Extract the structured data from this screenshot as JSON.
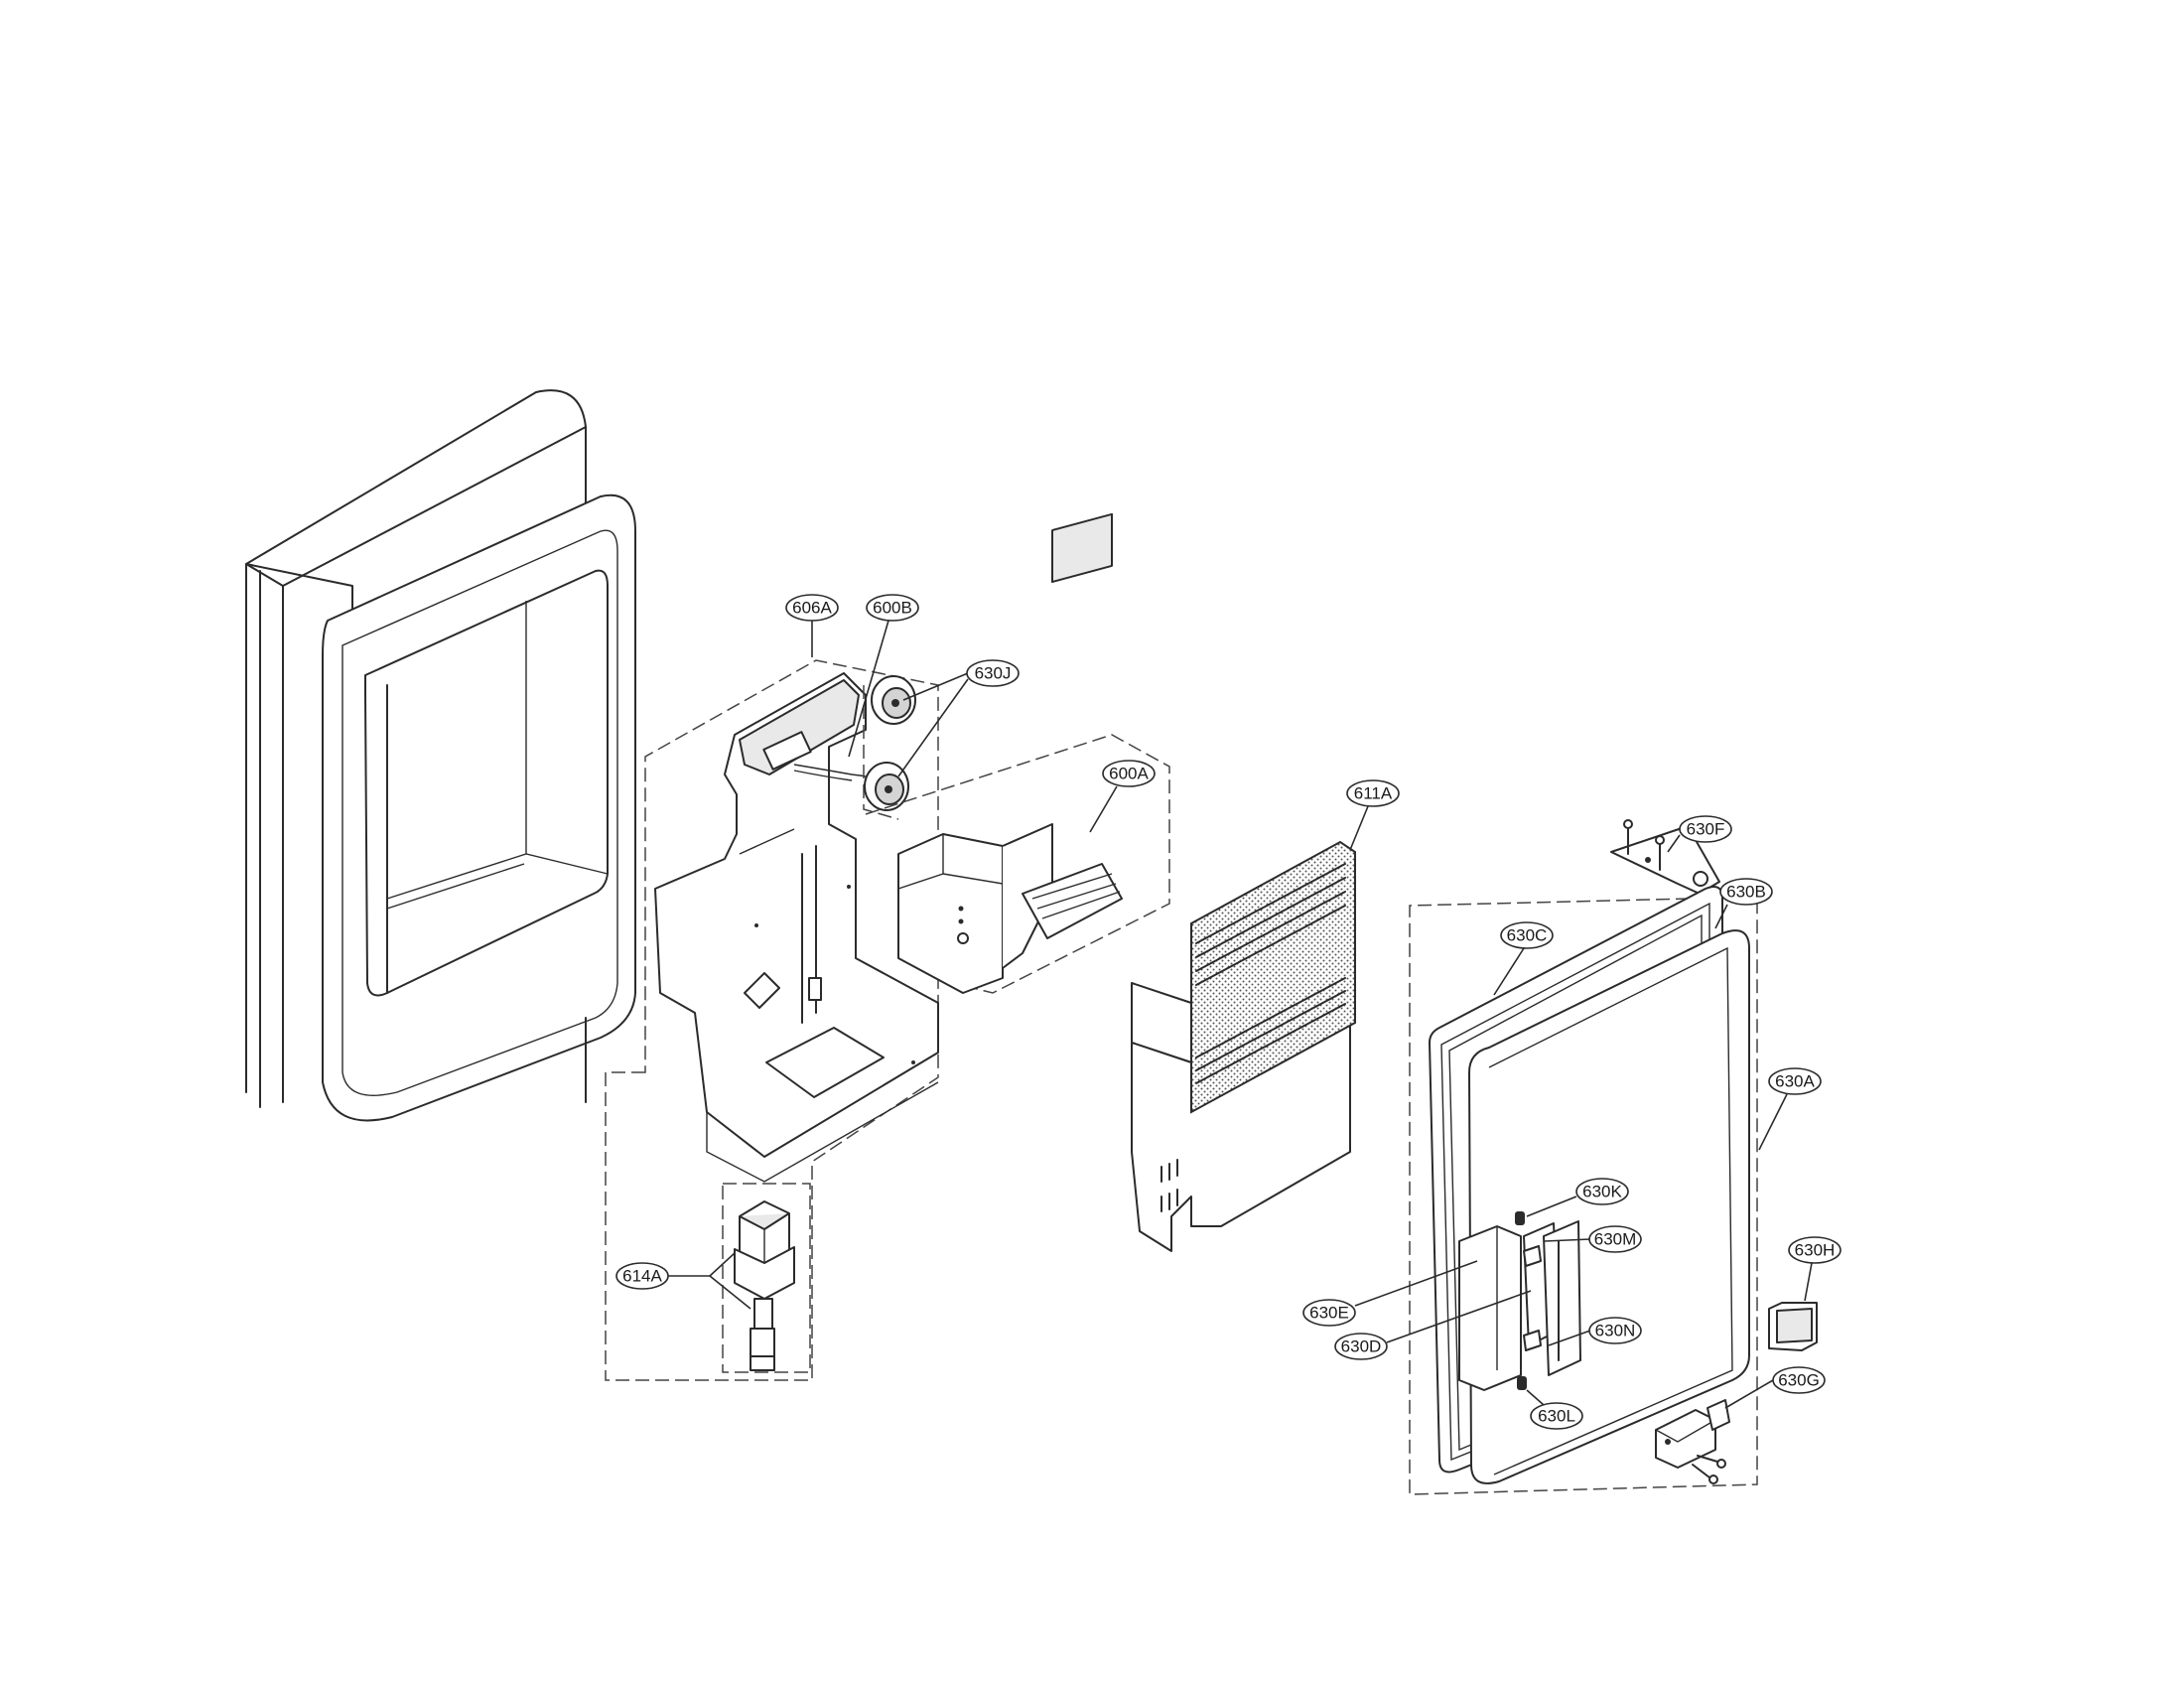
{
  "callouts": {
    "606A": "606A",
    "600B": "600B",
    "630J": "630J",
    "600A": "600A",
    "611A": "611A",
    "630F": "630F",
    "630B": "630B",
    "630C": "630C",
    "630A": "630A",
    "630K": "630K",
    "630M": "630M",
    "630E": "630E",
    "630D": "630D",
    "630N": "630N",
    "630H": "630H",
    "630G": "630G",
    "630L": "630L",
    "614A": "614A"
  },
  "colors": {
    "line": "#2b2b2b",
    "background": "#ffffff",
    "stipple": "#d4d4d4"
  }
}
